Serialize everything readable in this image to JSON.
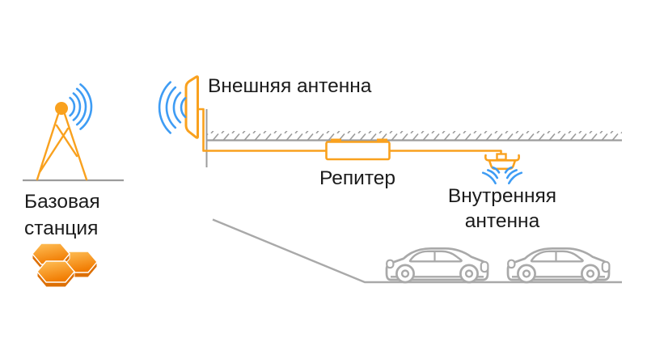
{
  "labels": {
    "base_station": "Базовая\nстанция",
    "external_antenna": "Внешняя антенна",
    "repeater": "Репитер",
    "internal_antenna": "Внутренняя\nантенна"
  },
  "icons": {
    "base_station": "cell-tower-icon",
    "base_station_cells": "hex-cells-icon",
    "external_antenna": "panel-antenna-icon",
    "repeater": "repeater-box-icon",
    "internal_antenna": "ceiling-antenna-icon",
    "signal_waves": "radio-waves-icon",
    "vehicles": "car-outline-icon"
  },
  "colors": {
    "orange": "#F9A11E",
    "blue": "#3E9CF4",
    "structure_gray": "#9C9C9C",
    "car_gray": "#A9A9A9",
    "text": "#1B1B1B",
    "hex_light": "#FFC25B",
    "hex_deep": "#F17C02",
    "hex_side": "#DD6F04"
  }
}
